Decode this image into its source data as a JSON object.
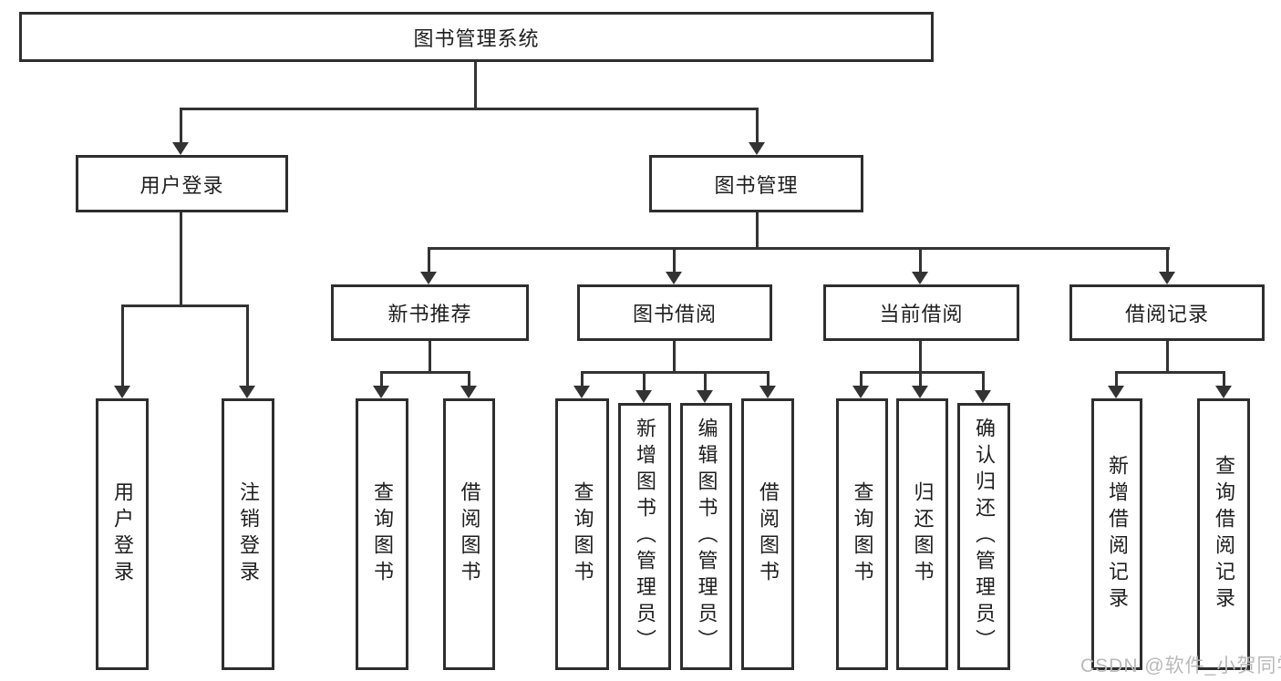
{
  "diagram": {
    "root": {
      "label": "图书管理系统",
      "children": [
        {
          "label": "用户登录",
          "children": [
            {
              "label": "用户登录"
            },
            {
              "label": "注销登录"
            }
          ]
        },
        {
          "label": "图书管理",
          "children": [
            {
              "label": "新书推荐",
              "children": [
                {
                  "label": "查询图书"
                },
                {
                  "label": "借阅图书"
                }
              ]
            },
            {
              "label": "图书借阅",
              "children": [
                {
                  "label": "查询图书"
                },
                {
                  "label": "新增图书（管理员）"
                },
                {
                  "label": "编辑图书（管理员）"
                },
                {
                  "label": "借阅图书"
                }
              ]
            },
            {
              "label": "当前借阅",
              "children": [
                {
                  "label": "查询图书"
                },
                {
                  "label": "归还图书"
                },
                {
                  "label": "确认归还（管理员）"
                }
              ]
            },
            {
              "label": "借阅记录",
              "children": [
                {
                  "label": "新增借阅记录"
                },
                {
                  "label": "查询借阅记录"
                }
              ]
            }
          ]
        }
      ]
    }
  },
  "watermark": {
    "text": "CSDN @软件_小贺同学"
  },
  "colors": {
    "background": "#ffffff",
    "box_border": "#2e2e2e",
    "connector_line": "#333333",
    "text": "#1e1e1e",
    "watermark_text": "#b9b9b9"
  }
}
